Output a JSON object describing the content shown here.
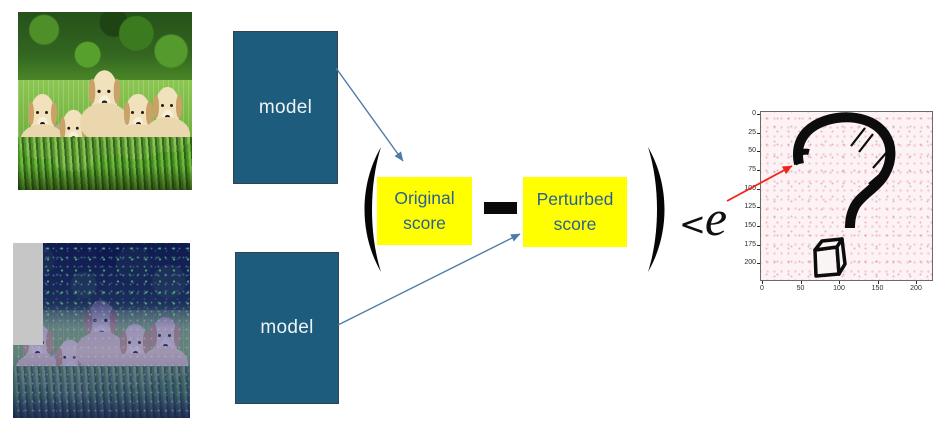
{
  "models": {
    "top_label": "model",
    "bottom_label": "model"
  },
  "scores": {
    "original": {
      "line1": "Original",
      "line2": "score"
    },
    "perturbed": {
      "line1": "Perturbed",
      "line2": "score"
    }
  },
  "expression": {
    "open_paren": "(",
    "minus": "-",
    "close_paren": ")",
    "less_than": "<",
    "epsilon": "e"
  },
  "plot": {
    "yticks": [
      "0",
      "25",
      "50",
      "75",
      "100",
      "125",
      "150",
      "175",
      "200"
    ],
    "xticks": [
      "0",
      "50",
      "100",
      "150",
      "200"
    ],
    "content": "hand-drawn question mark and cube over pink noise map"
  },
  "colors": {
    "model_fill": "#1e5c7e",
    "score_bg": "#ffff00",
    "score_text": "#2a6099",
    "arrow_blue": "#4d7ba6",
    "arrow_red": "#f02418",
    "occluder_gray": "#c6c6c6",
    "plot_bg": "#fdf2f4"
  }
}
